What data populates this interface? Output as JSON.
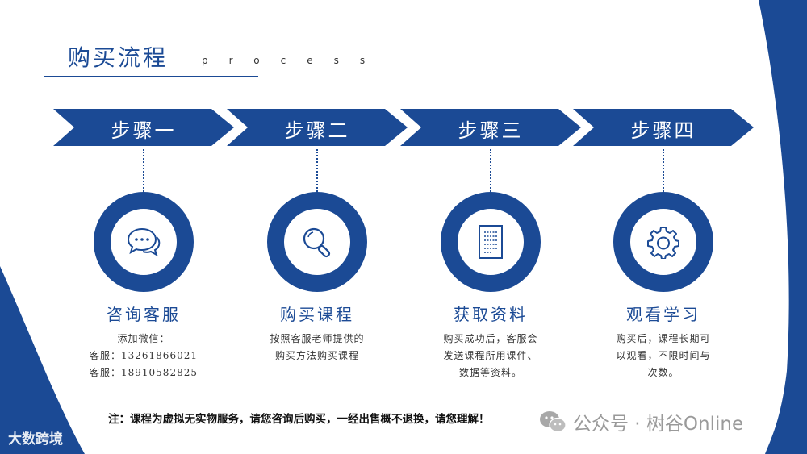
{
  "header": {
    "title": "购买流程",
    "subtitle": "process"
  },
  "steps": [
    {
      "label": "步骤一",
      "icon": "chat-bubbles-icon",
      "name": "咨询客服",
      "desc": [
        "添加微信：",
        "客服：13261866021",
        "客服：18910582825"
      ]
    },
    {
      "label": "步骤二",
      "icon": "magnifier-icon",
      "name": "购买课程",
      "desc": [
        "按照客服老师提供的",
        "购买方法购买课程"
      ]
    },
    {
      "label": "步骤三",
      "icon": "document-icon",
      "name": "获取资料",
      "desc": [
        "购买成功后，客服会",
        "发送课程所用课件、",
        "数据等资料。"
      ]
    },
    {
      "label": "步骤四",
      "icon": "gear-icon",
      "name": "观看学习",
      "desc": [
        "购买后，课程长期可",
        "以观看，不限时间与",
        "次数。"
      ]
    }
  ],
  "note": "注：课程为虚拟无实物服务，请您咨询后购买，一经出售概不退换，请您理解！",
  "watermarks": {
    "left": "大数跨境",
    "right": "公众号 · 树谷Online"
  },
  "colors": {
    "primary": "#1b4a95",
    "text": "#333333"
  }
}
